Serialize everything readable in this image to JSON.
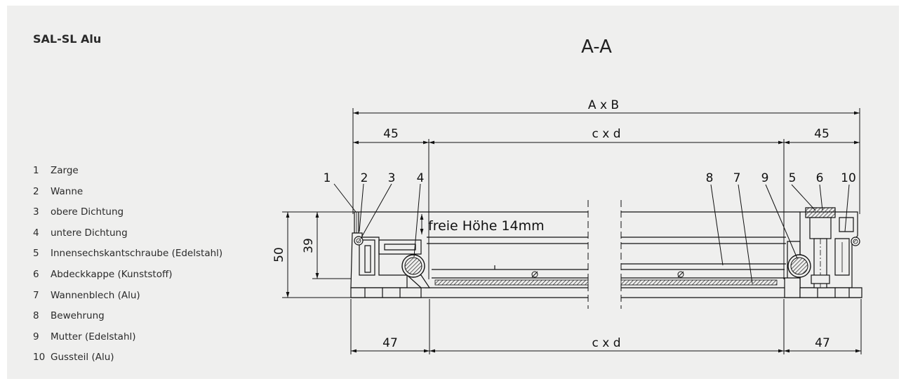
{
  "title": "SAL-SL Alu",
  "section_label": "A-A",
  "legend": [
    {
      "num": "1",
      "text": "Zarge"
    },
    {
      "num": "2",
      "text": "Wanne"
    },
    {
      "num": "3",
      "text": "obere Dichtung"
    },
    {
      "num": "4",
      "text": "untere Dichtung"
    },
    {
      "num": "5",
      "text": "Innensechskantschraube (Edelstahl)"
    },
    {
      "num": "6",
      "text": "Abdeckkappe (Kunststoff)"
    },
    {
      "num": "7",
      "text": "Wannenblech (Alu)"
    },
    {
      "num": "8",
      "text": "Bewehrung"
    },
    {
      "num": "9",
      "text": "Mutter (Edelstahl)"
    },
    {
      "num": "10",
      "text": "Gussteil (Alu)"
    }
  ],
  "dimensions": {
    "overall": "A x B",
    "top_left": "45",
    "top_middle": "c x d",
    "top_right": "45",
    "bottom_left": "47",
    "bottom_middle": "c x d",
    "bottom_right": "47",
    "height_outer": "50",
    "height_inner": "39",
    "clear_height": "freie Höhe 14mm"
  },
  "callouts_left": [
    "1",
    "2",
    "3",
    "4"
  ],
  "callouts_right": [
    "8",
    "7",
    "9",
    "5",
    "6",
    "10"
  ]
}
